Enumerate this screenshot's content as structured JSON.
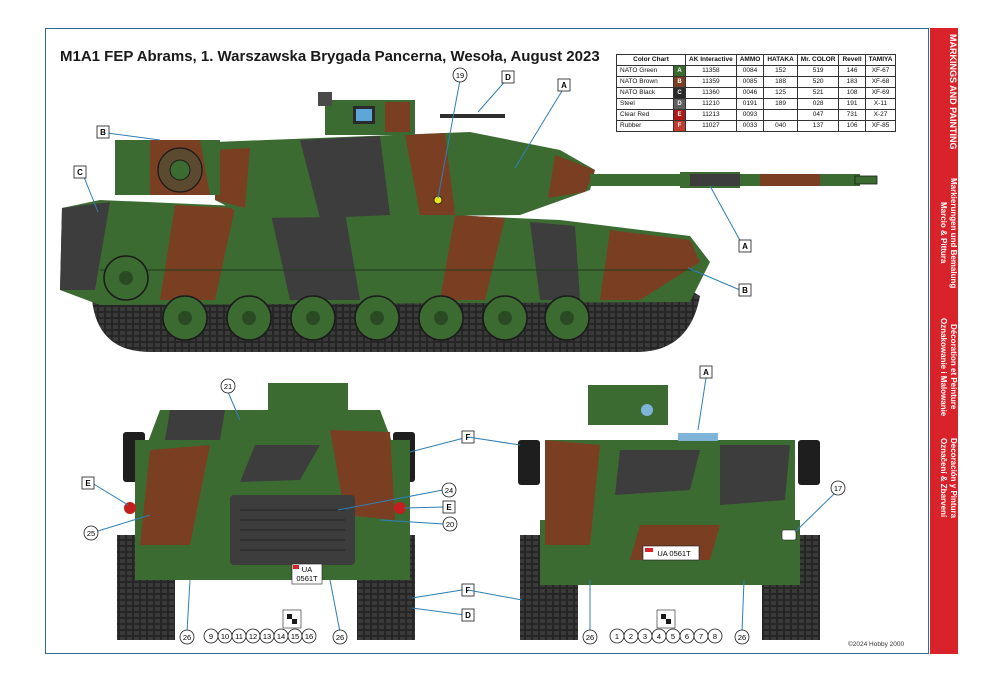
{
  "title": "M1A1 FEP Abrams, 1. Warszawska Brygada Pancerna, Wesoła, August 2023",
  "color_chart": {
    "headers": [
      "Color Chart",
      "AK Interactive",
      "AMMO",
      "HATAKA",
      "Mr. COLOR",
      "Revell",
      "TAMIYA"
    ],
    "rows": [
      {
        "name": "NATO Green",
        "letter": "A",
        "color": "#3c6b32",
        "ak": "11358",
        "ammo": "0084",
        "hataka": "152",
        "mr": "519",
        "revell": "146",
        "tamiya": "XF-67"
      },
      {
        "name": "NATO Brown",
        "letter": "B",
        "color": "#7a3f22",
        "ak": "11359",
        "ammo": "0085",
        "hataka": "188",
        "mr": "520",
        "revell": "183",
        "tamiya": "XF-68"
      },
      {
        "name": "NATO Black",
        "letter": "C",
        "color": "#2a2a2a",
        "ak": "11360",
        "ammo": "0046",
        "hataka": "125",
        "mr": "521",
        "revell": "108",
        "tamiya": "XF-69"
      },
      {
        "name": "Steel",
        "letter": "D",
        "color": "#5e5e5e",
        "ak": "11210",
        "ammo": "0191",
        "hataka": "189",
        "mr": "028",
        "revell": "191",
        "tamiya": "X-11"
      },
      {
        "name": "Clear Red",
        "letter": "E",
        "color": "#b01818",
        "ak": "11213",
        "ammo": "0093",
        "hataka": "",
        "mr": "047",
        "revell": "731",
        "tamiya": "X-27"
      },
      {
        "name": "Rubber",
        "letter": "F",
        "color": "#c43a2c",
        "ak": "11027",
        "ammo": "0033",
        "hataka": "040",
        "mr": "137",
        "revell": "106",
        "tamiya": "XF-85"
      }
    ]
  },
  "side_band": {
    "line1": "MARKINGS AND PAINTING",
    "line2a": "Markierungen und Bemalung",
    "line2b": "Marcio & Pittura",
    "line3a": "Décoration et Peinture",
    "line3b": "Oznakowanie i Malowanie",
    "line4a": "Decoración y Pintura",
    "line4b": "Označení & Zbarvení"
  },
  "copyright": "©2024 Hobby 2000",
  "callouts": {
    "side": [
      "A",
      "B",
      "C",
      "D",
      "19",
      "A",
      "B"
    ],
    "rear": [
      "E",
      "F",
      "E",
      "F",
      "D"
    ],
    "front": [
      "A",
      "F",
      "17"
    ]
  },
  "numbers": {
    "n21": "21",
    "n24": "24",
    "n20": "20",
    "n25": "25",
    "n26": "26",
    "n17": "17",
    "n19": "19",
    "rear_row": [
      "9",
      "10",
      "11",
      "12",
      "13",
      "14",
      "15",
      "16"
    ],
    "front_row": [
      "1",
      "2",
      "3",
      "4",
      "5",
      "6",
      "7",
      "8"
    ]
  },
  "plates": {
    "rear_top": "UA",
    "rear_bottom": "0561T",
    "front": "UA 0561T"
  }
}
